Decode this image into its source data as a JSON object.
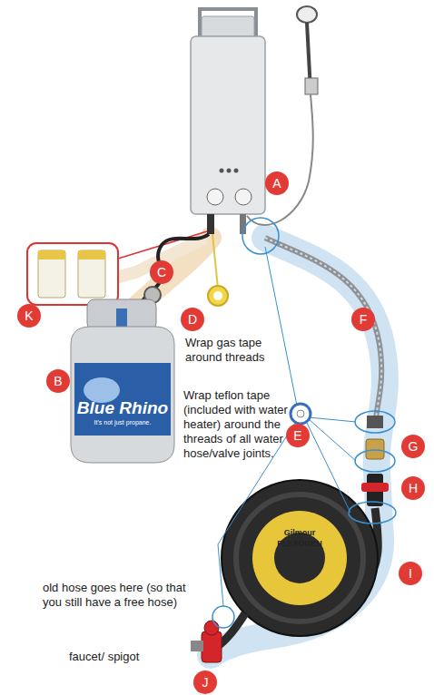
{
  "diagram": {
    "labels": [
      "A",
      "F",
      "C",
      "K",
      "D",
      "Wrap gas tape around threads",
      "B",
      "Blue Rhino",
      "It's not just propane.",
      "Wrap teflon tape (included with water heater) around the threads of all water hose/valve joints.",
      "E",
      "G",
      "H",
      "Gilmour",
      "FLEXOGEN",
      "I",
      "old hose goes here (so that you still have a free hose)",
      "J",
      "faucet/ spigot"
    ]
  }
}
